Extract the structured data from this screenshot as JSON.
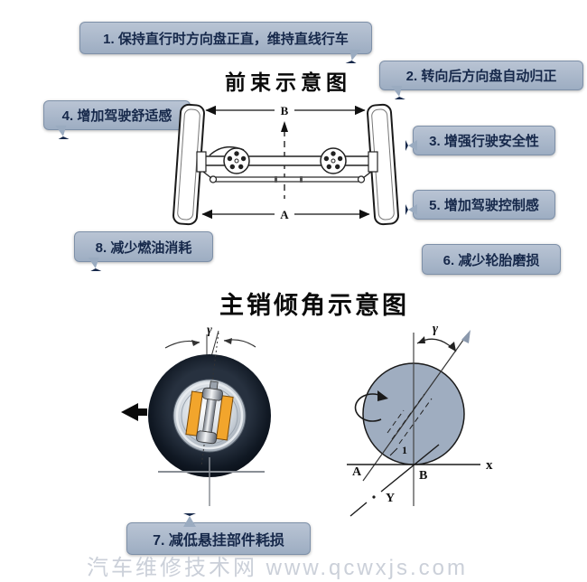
{
  "titles": {
    "toe": "前束示意图",
    "kingpin": "主销倾角示意图"
  },
  "callouts": {
    "c1": "1. 保持直行时方向盘正直，维持直线行车",
    "c2": "2. 转向后方向盘自动归正",
    "c3": "3. 增强行驶安全性",
    "c4": "4. 增加驾驶舒适感",
    "c5": "5. 增加驾驶控制感",
    "c6": "6. 减少轮胎磨损",
    "c7": "7. 减低悬挂部件耗损",
    "c8": "8. 减少燃油消耗"
  },
  "toe_diagram": {
    "dim_front": "B",
    "dim_rear": "A"
  },
  "tire_diagram": {
    "angle": "γ"
  },
  "axis_diagram": {
    "angle": "γ",
    "x_label": "x",
    "y_label": "Y",
    "point_a": "A",
    "point_b": "B",
    "mark": "1"
  },
  "watermark": {
    "text": "汽车维修技术网 www.qcwxjs.com"
  },
  "colors": {
    "bubble_fill": "#a9b7c9",
    "bubble_border": "#7e90a8",
    "bubble_text": "#16284a",
    "circle_fill": "#9fadc0",
    "kingpin_orange": "#f2a52c",
    "tire_dark": "#101823",
    "watermark": "#cbd0d9"
  }
}
